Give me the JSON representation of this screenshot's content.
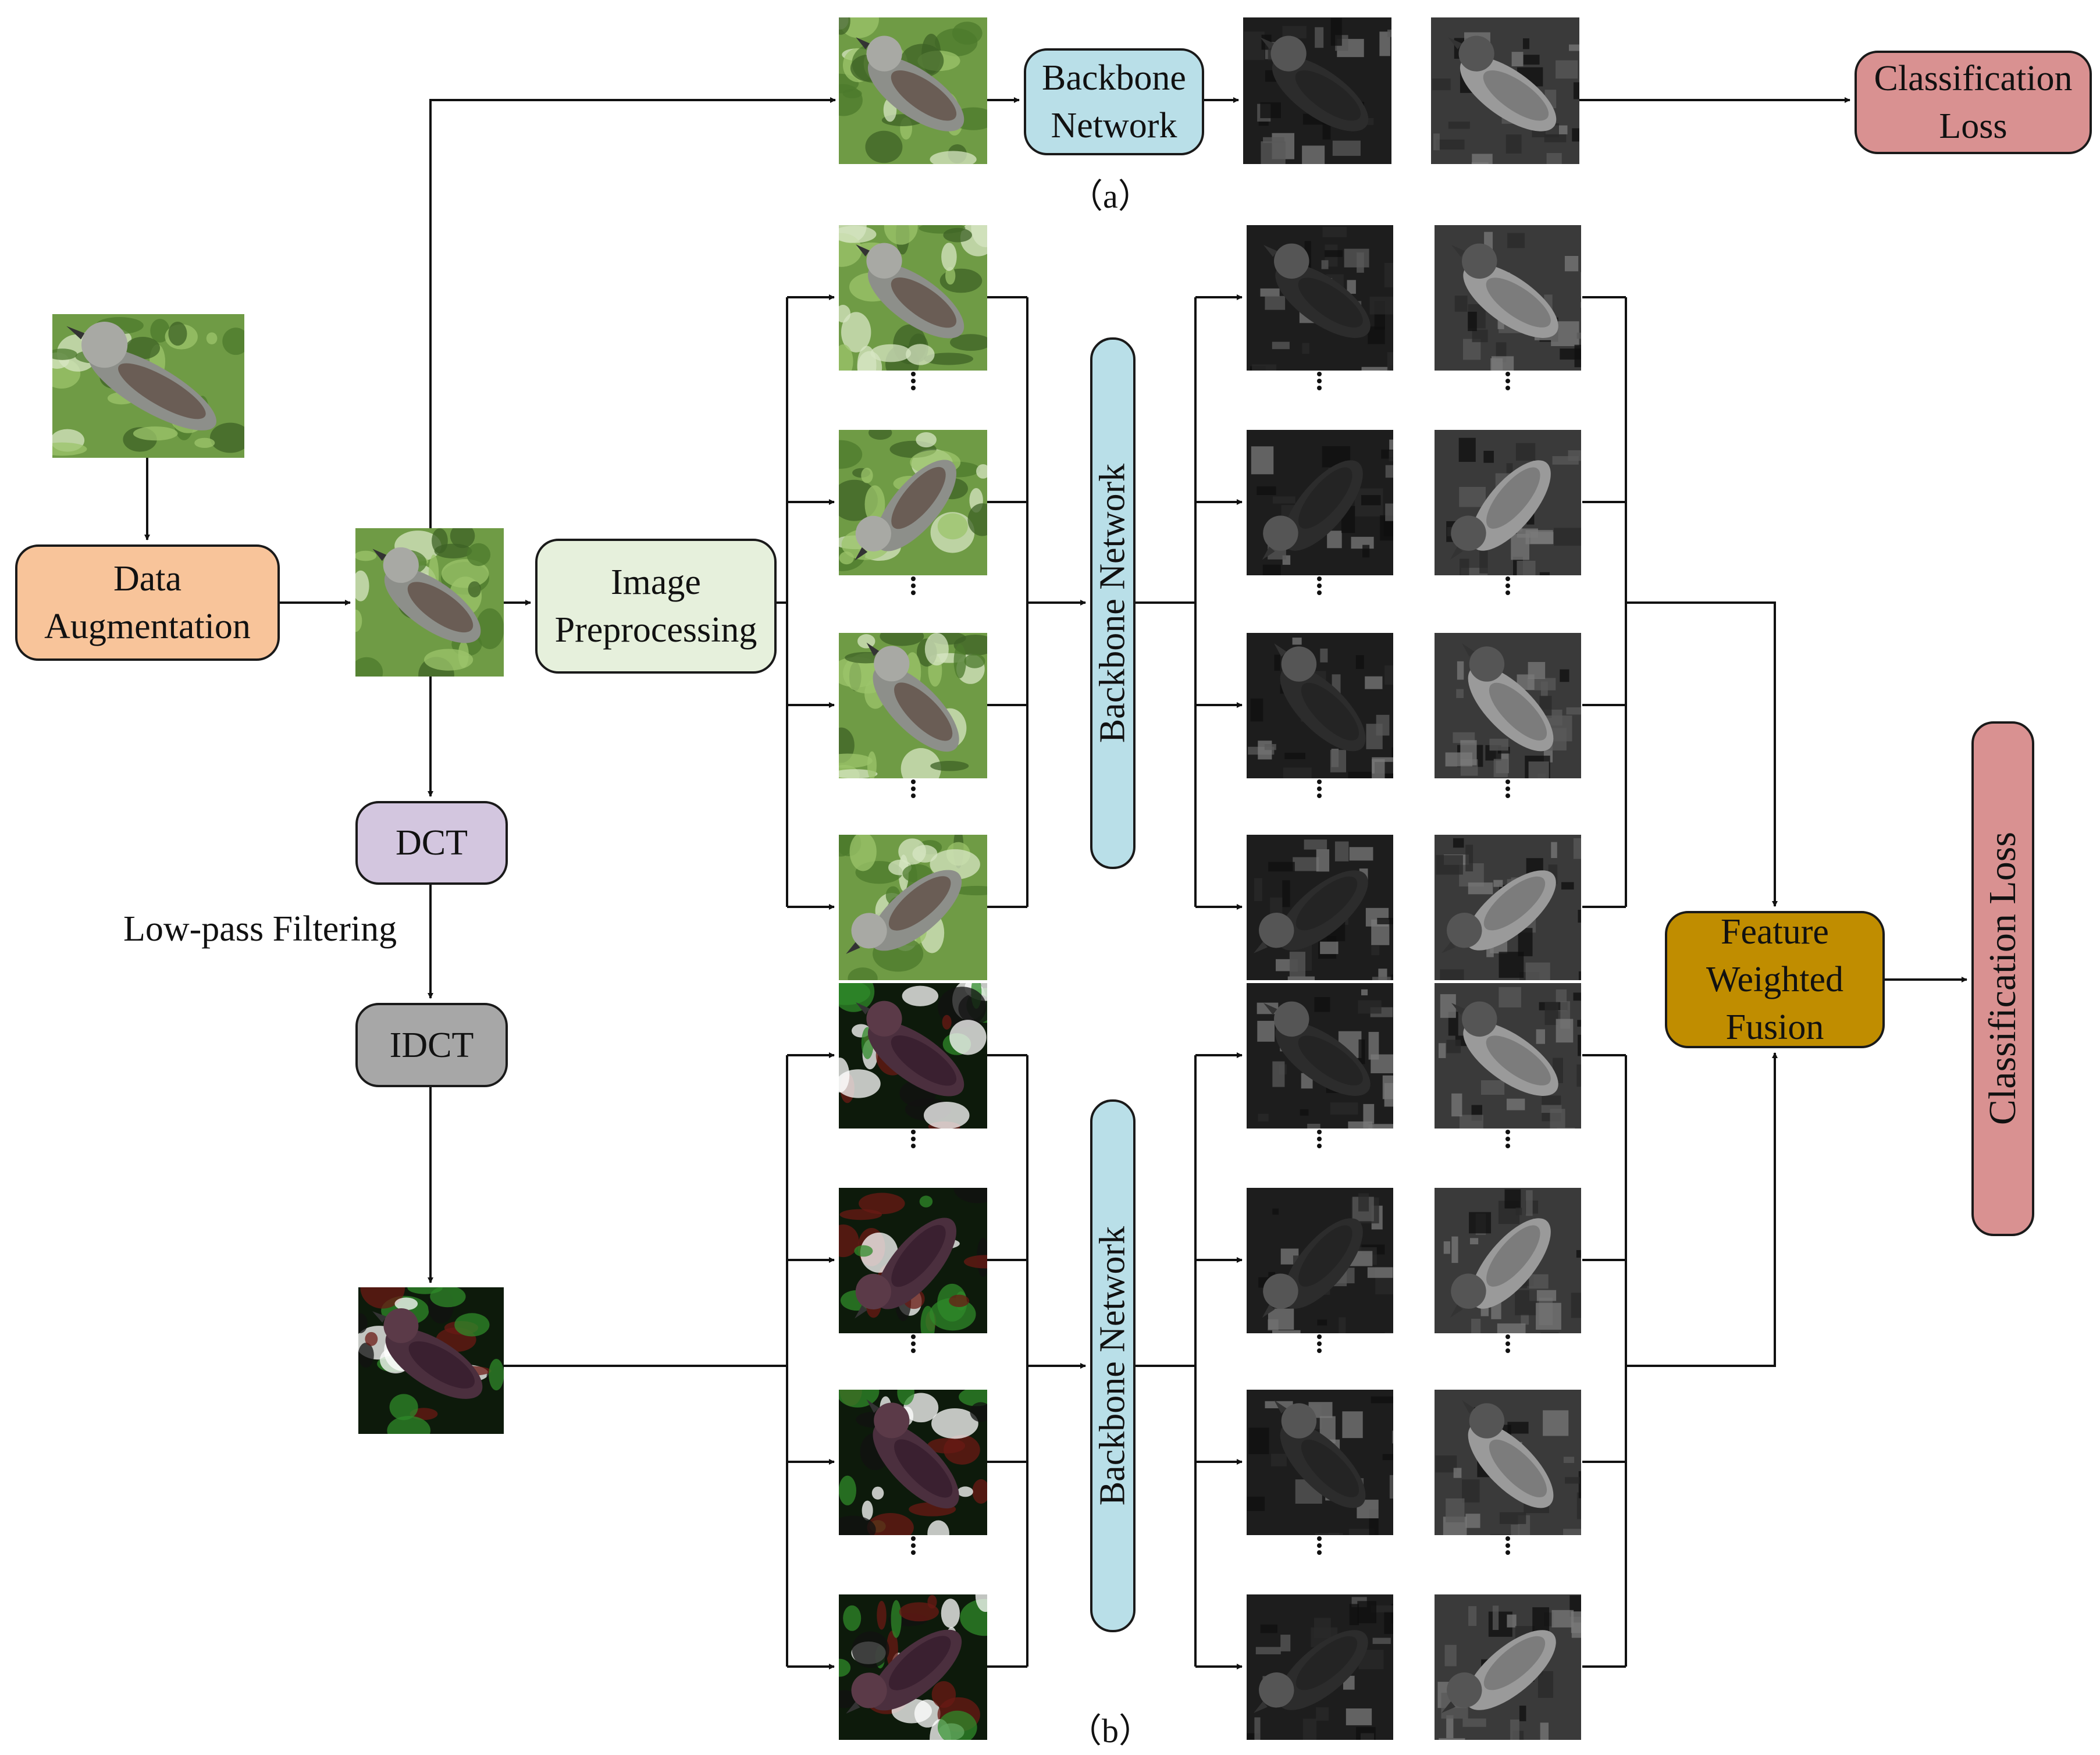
{
  "palette": {
    "augmentation": "#f8c49a",
    "preprocessing": "#e6f0dc",
    "backbone": "#b9dfe8",
    "dct": "#d3c6df",
    "idct": "#a7a7a7",
    "loss": "#d99191",
    "fusion": "#c08d00",
    "line": "#111111"
  },
  "nodes": {
    "data_augmentation": [
      "Data",
      "Augmentation"
    ],
    "image_preprocessing": [
      "Image",
      "Preprocessing"
    ],
    "dct": "DCT",
    "idct": "IDCT",
    "backbone_a": [
      "Backbone",
      "Network"
    ],
    "backbone_b1": "Backbone Network",
    "backbone_b2": "Backbone Network",
    "classification_loss_a": [
      "Classification",
      "Loss"
    ],
    "classification_loss_b": "Classification Loss",
    "feature_weighted_fusion": [
      "Feature",
      "Weighted",
      "Fusion"
    ]
  },
  "edge_labels": {
    "low_pass": "Low-pass Filtering"
  },
  "captions": {
    "a": "（a）",
    "b": "（b）"
  },
  "images": {
    "input": "bird-photo",
    "augmented": "augmented-bird-photo",
    "filtered": "low-pass-filtered-bird-photo",
    "crops_rgb": "preprocessed-crop",
    "crops_filtered": "filtered-preprocessed-crop",
    "feature_maps": "feature-map"
  }
}
